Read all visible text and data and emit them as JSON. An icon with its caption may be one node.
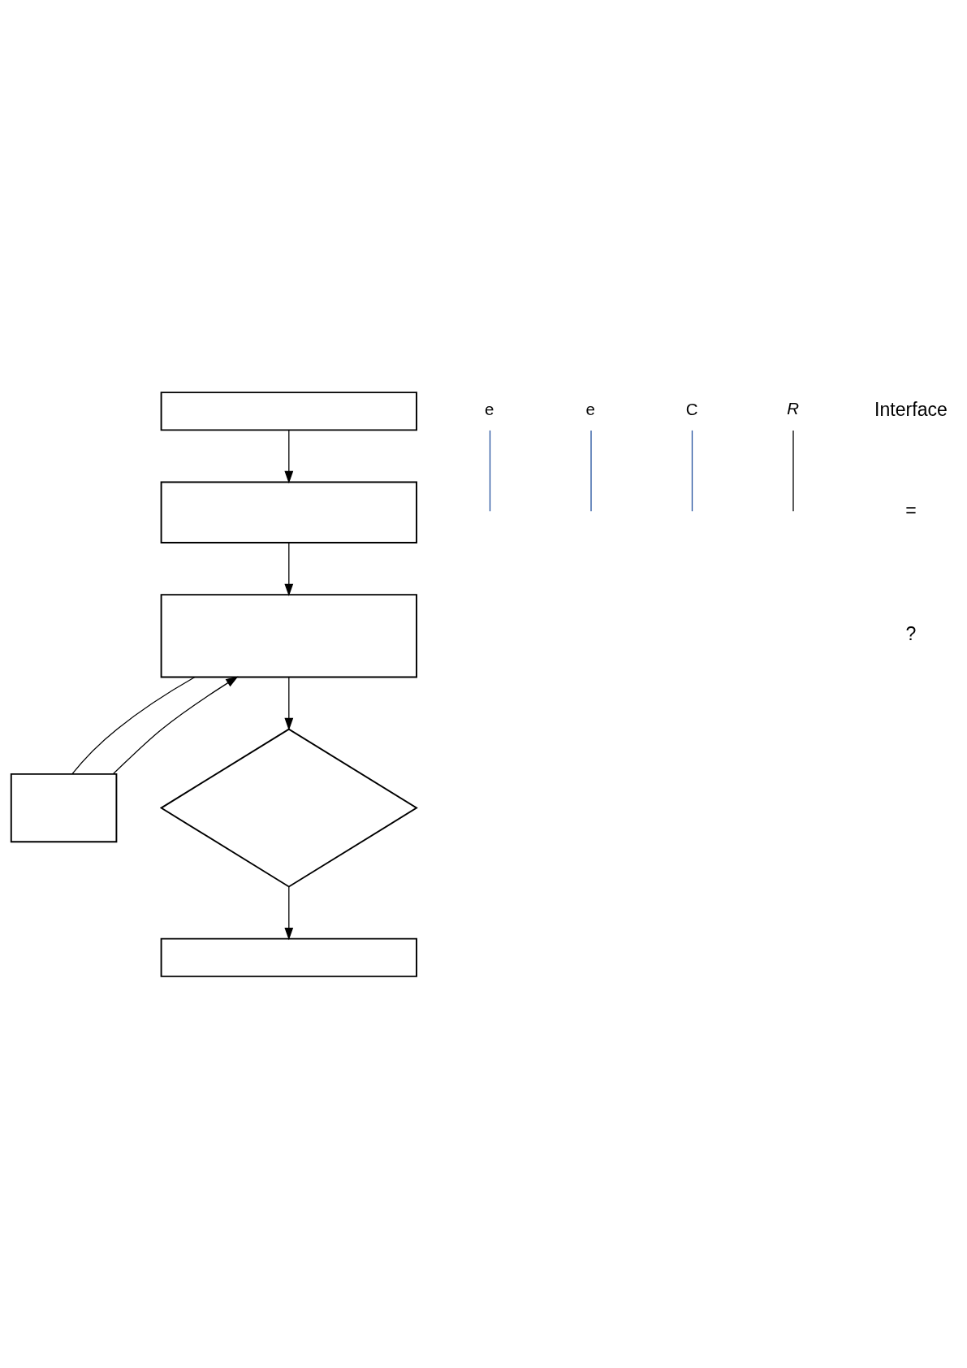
{
  "diagram": {
    "nodes": [
      {
        "text": [],
        "shape": "box"
      },
      {
        "text": [],
        "shape": "box"
      },
      {
        "text": [],
        "shape": "box"
      },
      {
        "text": [],
        "shape": "box"
      },
      {
        "text": [],
        "shape": "diamond"
      },
      {
        "text": [],
        "shape": "box"
      },
      {
        "text": [
          "e"
        ]
      },
      {
        "text": [
          "e"
        ]
      },
      {
        "text": [
          "C"
        ]
      },
      {
        "text": [
          "R"
        ]
      }
    ],
    "edges": [
      {
        "from": 0,
        "to": 1,
        "arrow": "to"
      },
      {
        "from": 1,
        "to": 3,
        "arrow": "to"
      },
      {
        "from": 3,
        "to": 2,
        "arrow": "none"
      },
      {
        "from": 2,
        "to": 3,
        "arrow": "to"
      },
      {
        "from": 3,
        "to": 4,
        "arrow": "to"
      },
      {
        "from": 4,
        "to": 5,
        "arrow": "to"
      },
      {
        "from": 6,
        "to": null,
        "arrow": "none",
        "color": "#1f4e9c"
      },
      {
        "from": 7,
        "to": null,
        "arrow": "none",
        "color": "#1f4e9c"
      },
      {
        "from": 8,
        "to": null,
        "arrow": "none",
        "color": "#1f4e9c"
      },
      {
        "from": 9,
        "to": null,
        "arrow": "none"
      }
    ],
    "labels": [
      "Interface",
      "=",
      "?"
    ]
  }
}
